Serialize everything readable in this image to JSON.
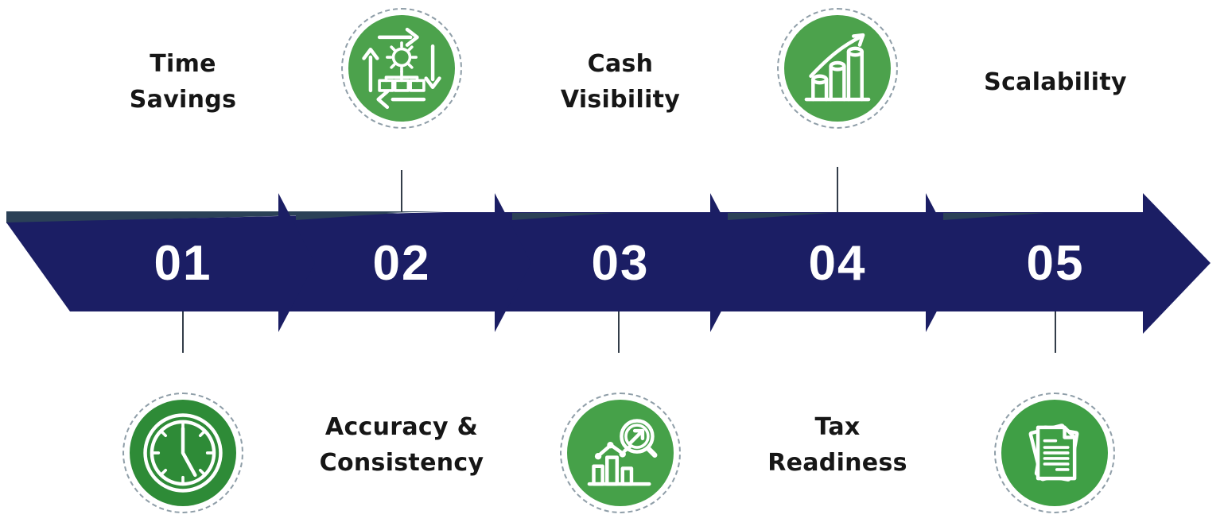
{
  "diagram": {
    "type": "horizontal-arrow-process-timeline",
    "colors": {
      "arrow_band": "#1B1E64",
      "band_accent_sliver": "#2B4157",
      "number_text": "#FFFFFF",
      "label_text": "#161616",
      "dashed_ring": "#8F9EA8",
      "icon_stroke": "#FFFFFF",
      "connector_line": "#333D49",
      "background": "#FFFFFF"
    },
    "steps": [
      {
        "number": "01",
        "label": "Time Savings",
        "label_lines": [
          "Time",
          "Savings"
        ],
        "label_position": "top",
        "icon": "clock-icon",
        "icon_position": "bottom",
        "icon_color": "#2E8B37"
      },
      {
        "number": "02",
        "label": "Accuracy & Consistency",
        "label_lines": [
          "Accuracy &",
          "Consistency"
        ],
        "label_position": "bottom",
        "icon": "process-automation-icon",
        "icon_position": "top",
        "icon_color": "#4CA24C"
      },
      {
        "number": "03",
        "label": "Cash Visibility",
        "label_lines": [
          "Cash",
          "Visibility"
        ],
        "label_position": "top",
        "icon": "chart-magnifier-icon",
        "icon_position": "bottom",
        "icon_color": "#46A149"
      },
      {
        "number": "04",
        "label": "Tax Readiness",
        "label_lines": [
          "Tax",
          "Readiness"
        ],
        "label_position": "bottom",
        "icon": "growth-bars-icon",
        "icon_position": "top",
        "icon_color": "#4CA24C"
      },
      {
        "number": "05",
        "label": "Scalability",
        "label_lines": [
          "Scalability"
        ],
        "label_position": "top",
        "icon": "documents-icon",
        "icon_position": "bottom",
        "icon_color": "#3F9F45"
      }
    ]
  }
}
